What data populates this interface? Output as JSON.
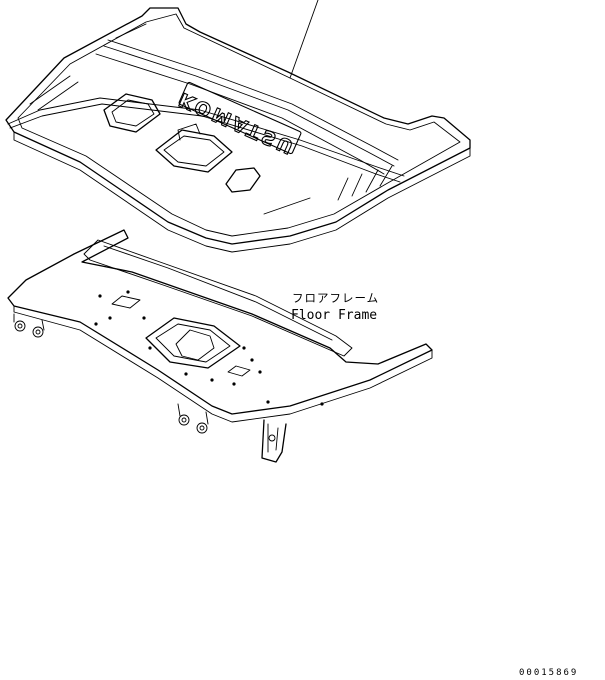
{
  "labels": {
    "floor_frame_jp": "フロアフレーム",
    "floor_frame_en": "Floor Frame"
  },
  "floor_mat": {
    "brand_text": "KOMATSU"
  },
  "drawing_code": "00015869"
}
